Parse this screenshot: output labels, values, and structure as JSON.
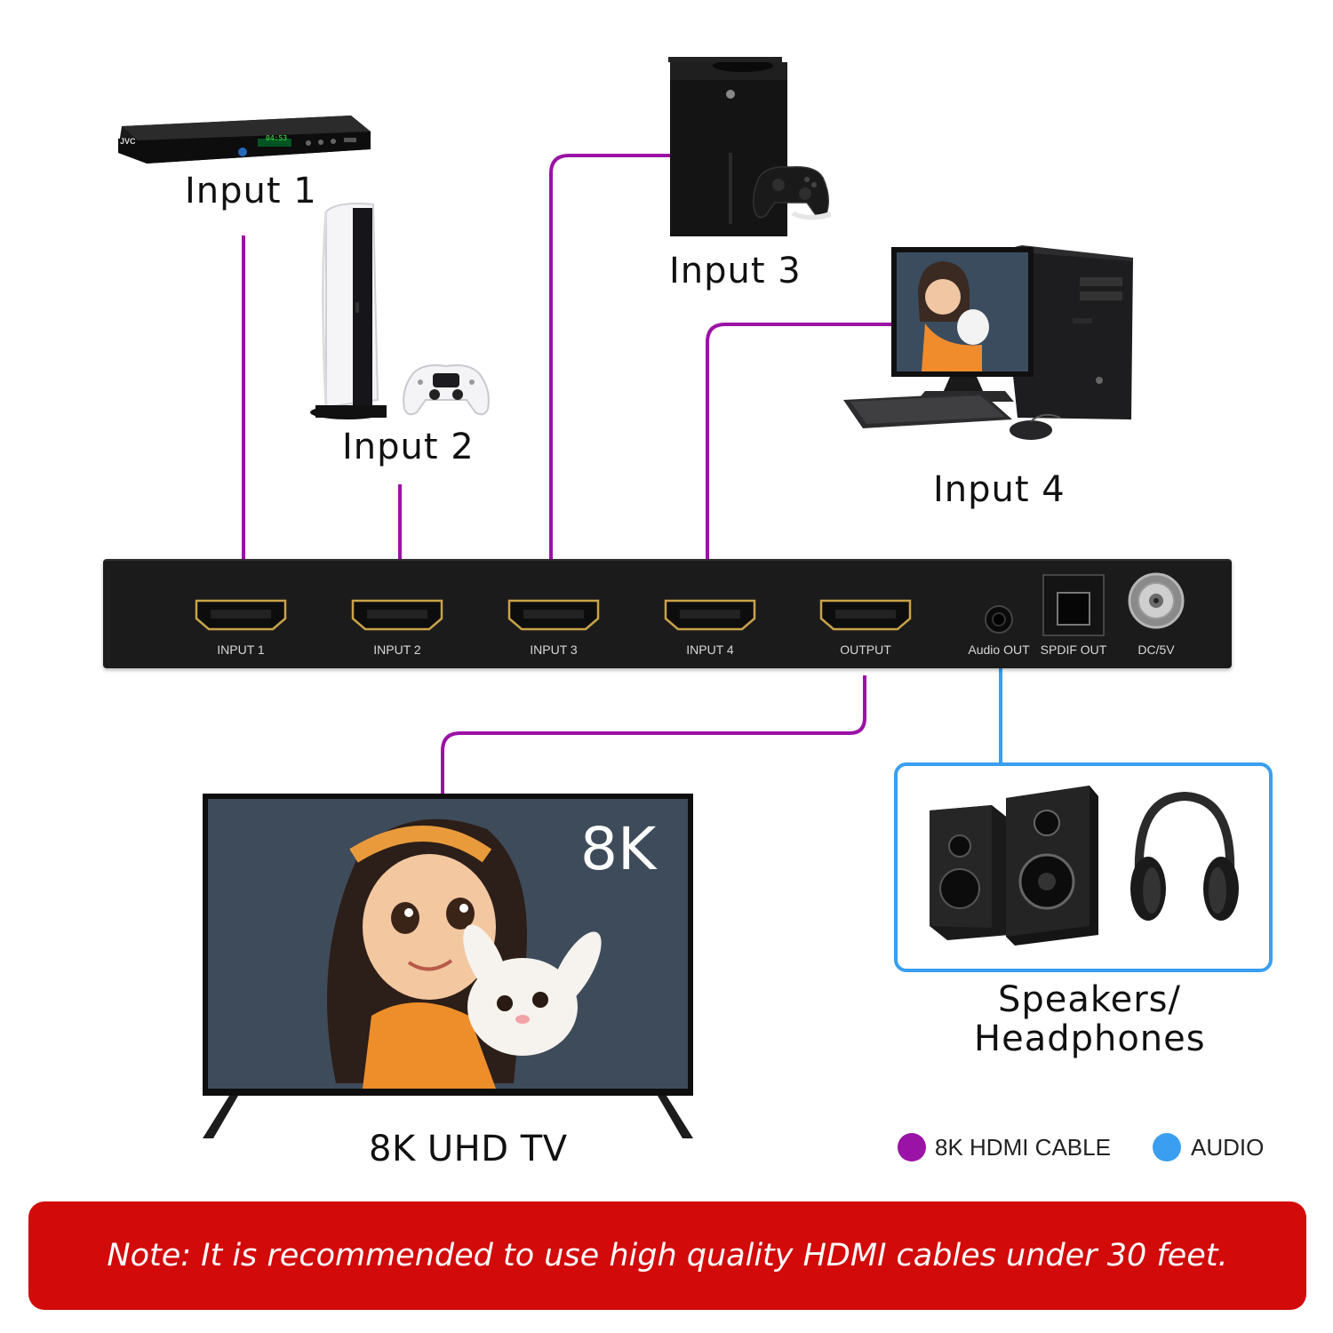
{
  "devices": {
    "input1": {
      "label": "Input 1",
      "brand": "JVC",
      "display": "04:53"
    },
    "input2": {
      "label": "Input 2"
    },
    "input3": {
      "label": "Input 3"
    },
    "input4": {
      "label": "Input 4"
    },
    "tv": {
      "label": "8K UHD TV",
      "badge": "8K"
    },
    "audio": {
      "label_line1": "Speakers/",
      "label_line2": "Headphones"
    }
  },
  "switch_ports": [
    {
      "label": "INPUT 1"
    },
    {
      "label": "INPUT 2"
    },
    {
      "label": "INPUT 3"
    },
    {
      "label": "INPUT 4"
    },
    {
      "label": "OUTPUT"
    },
    {
      "label": "Audio OUT"
    },
    {
      "label": "SPDIF OUT"
    },
    {
      "label": "DC/5V"
    }
  ],
  "legend": [
    {
      "label": "8K HDMI CABLE",
      "color": "#9b12a6"
    },
    {
      "label": "AUDIO",
      "color": "#3a9ff0"
    }
  ],
  "note": "Note: It is recommended to use high quality HDMI cables under 30 feet.",
  "colors": {
    "hdmi_cable": "#9b12a6",
    "audio_cable": "#3a9ff0",
    "note_background": "#d20a0a"
  }
}
